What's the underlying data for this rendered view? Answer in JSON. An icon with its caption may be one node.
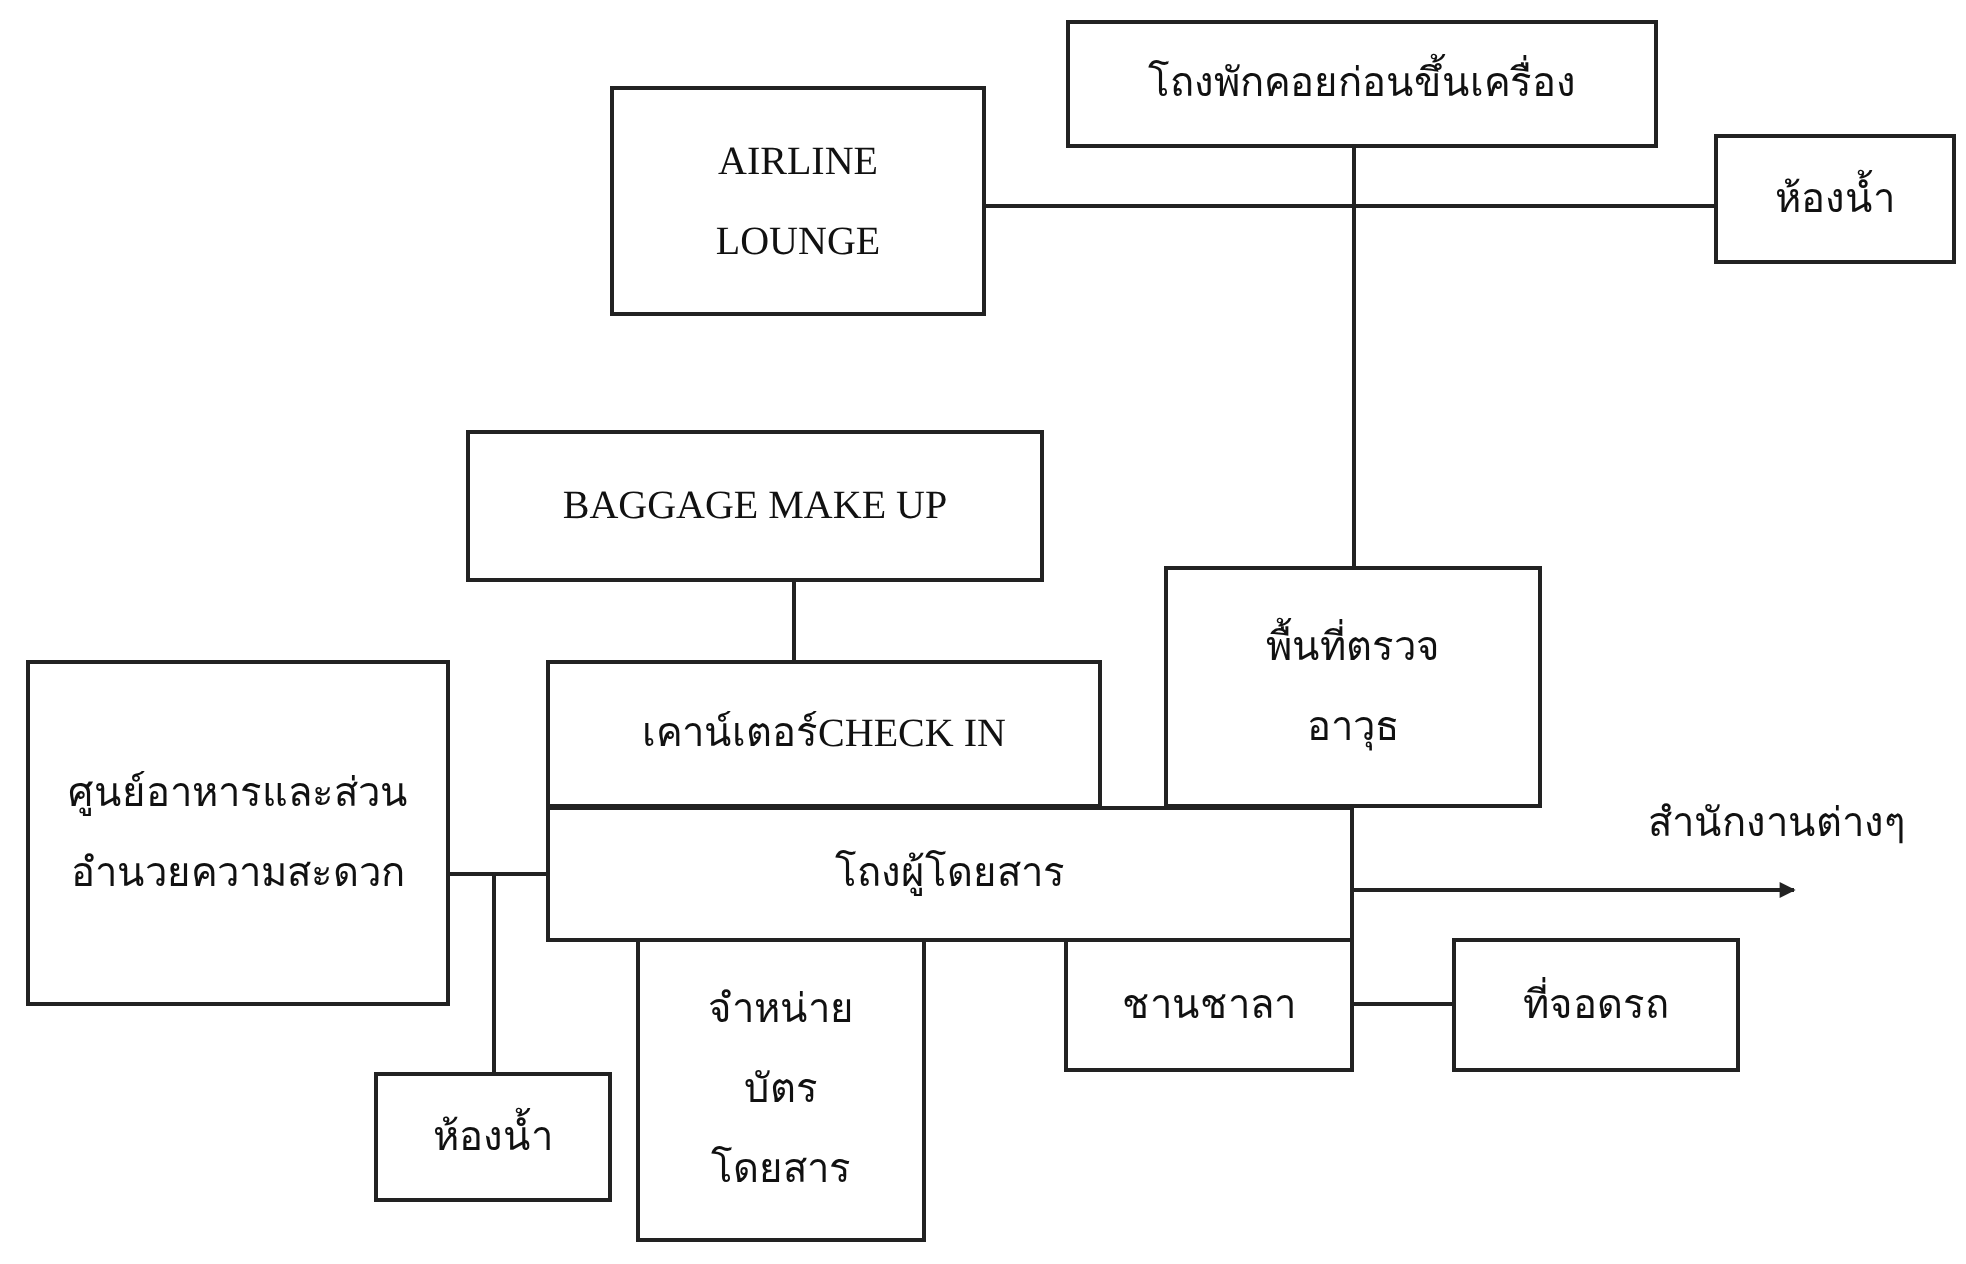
{
  "diagram": {
    "nodes": [
      {
        "text": [
          "โถงพักคอยก่อนขึ้นเครื่อง"
        ]
      },
      {
        "text": [
          "AIRLINE LOUNGE"
        ]
      },
      {
        "text": [
          "ห้องน้ำ"
        ]
      },
      {
        "text": [
          "BAGGAGE MAKE UP"
        ]
      },
      {
        "text": [
          "พื้นที่ตรวจอาวุธ"
        ]
      },
      {
        "text": [
          "เคาน์เตอร์CHECK IN"
        ]
      },
      {
        "text": [
          "ศูนย์อาหารและส่วนอำนวยความสะดวก"
        ]
      },
      {
        "text": [
          "โถงผู้โดยสาร"
        ]
      },
      {
        "text": [
          "จำหน่ายบัตรโดยสาร"
        ]
      },
      {
        "text": [
          "ชานชาลา"
        ]
      },
      {
        "text": [
          "ที่จอดรถ"
        ]
      },
      {
        "text": [
          "ห้องน้ำ"
        ]
      }
    ],
    "edges": [
      {
        "from": 1,
        "to": 0,
        "arrow": "none"
      },
      {
        "from": 2,
        "to": 0,
        "arrow": "none"
      },
      {
        "from": 4,
        "to": 0,
        "arrow": "none"
      },
      {
        "from": 3,
        "to": 5,
        "arrow": "none"
      },
      {
        "from": 6,
        "to": 7,
        "arrow": "none"
      },
      {
        "from": 11,
        "to": 7,
        "arrow": "none"
      },
      {
        "from": 9,
        "to": 10,
        "arrow": "none"
      },
      {
        "from": 7,
        "to": null,
        "arrow": "to",
        "label": "สำนักงานต่างๆ"
      }
    ]
  }
}
